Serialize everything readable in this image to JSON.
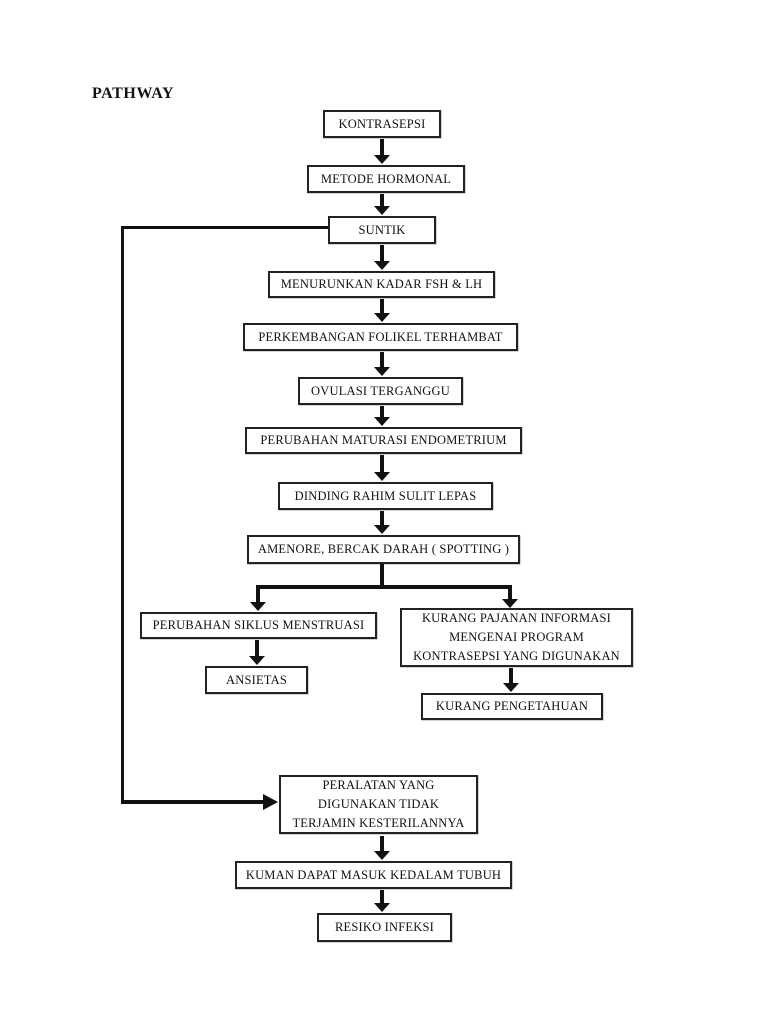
{
  "page": {
    "title": "PATHWAY",
    "background_color": "#ffffff",
    "ink_color": "#111111"
  },
  "flowchart": {
    "nodes": [
      {
        "id": "kontrasepsi",
        "label": "KONTRASEPSI"
      },
      {
        "id": "metode-hormonal",
        "label": "METODE HORMONAL"
      },
      {
        "id": "suntik",
        "label": "SUNTIK"
      },
      {
        "id": "menurunkan-kadar-fsh-lh",
        "label": "MENURUNKAN KADAR FSH & LH"
      },
      {
        "id": "perkembangan-folikel-terhambat",
        "label": "PERKEMBANGAN FOLIKEL TERHAMBAT"
      },
      {
        "id": "ovulasi-terganggu",
        "label": "OVULASI TERGANGGU"
      },
      {
        "id": "perubahan-maturasi-endometrium",
        "label": "PERUBAHAN MATURASI ENDOMETRIUM"
      },
      {
        "id": "dinding-rahim-sulit-lepas",
        "label": "DINDING RAHIM SULIT LEPAS"
      },
      {
        "id": "amenore-bercak-darah",
        "label": "AMENORE, BERCAK DARAH ( SPOTTING )"
      },
      {
        "id": "perubahan-siklus-menstruasi",
        "label": "PERUBAHAN SIKLUS MENSTRUASI"
      },
      {
        "id": "ansietas",
        "label": "ANSIETAS"
      },
      {
        "id": "kurang-pajanan-informasi",
        "label": "KURANG PAJANAN INFORMASI\nMENGENAI PROGRAM\nKONTRASEPSI YANG DIGUNAKAN"
      },
      {
        "id": "kurang-pengetahuan",
        "label": "KURANG PENGETAHUAN"
      },
      {
        "id": "peralatan-tidak-steril",
        "label": "PERALATAN YANG\nDIGUNAKAN TIDAK\nTERJAMIN KESTERILANNYA"
      },
      {
        "id": "kuman-masuk-tubuh",
        "label": "KUMAN DAPAT MASUK KEDALAM TUBUH"
      },
      {
        "id": "resiko-infeksi",
        "label": "RESIKO INFEKSI"
      }
    ],
    "edges": [
      {
        "from": "kontrasepsi",
        "to": "metode-hormonal"
      },
      {
        "from": "metode-hormonal",
        "to": "suntik"
      },
      {
        "from": "suntik",
        "to": "menurunkan-kadar-fsh-lh"
      },
      {
        "from": "menurunkan-kadar-fsh-lh",
        "to": "perkembangan-folikel-terhambat"
      },
      {
        "from": "perkembangan-folikel-terhambat",
        "to": "ovulasi-terganggu"
      },
      {
        "from": "ovulasi-terganggu",
        "to": "perubahan-maturasi-endometrium"
      },
      {
        "from": "perubahan-maturasi-endometrium",
        "to": "dinding-rahim-sulit-lepas"
      },
      {
        "from": "dinding-rahim-sulit-lepas",
        "to": "amenore-bercak-darah"
      },
      {
        "from": "amenore-bercak-darah",
        "to": "perubahan-siklus-menstruasi"
      },
      {
        "from": "amenore-bercak-darah",
        "to": "kurang-pajanan-informasi"
      },
      {
        "from": "perubahan-siklus-menstruasi",
        "to": "ansietas"
      },
      {
        "from": "kurang-pajanan-informasi",
        "to": "kurang-pengetahuan"
      },
      {
        "from": "suntik",
        "to": "peralatan-tidak-steril"
      },
      {
        "from": "peralatan-tidak-steril",
        "to": "kuman-masuk-tubuh"
      },
      {
        "from": "kuman-masuk-tubuh",
        "to": "resiko-infeksi"
      }
    ]
  }
}
